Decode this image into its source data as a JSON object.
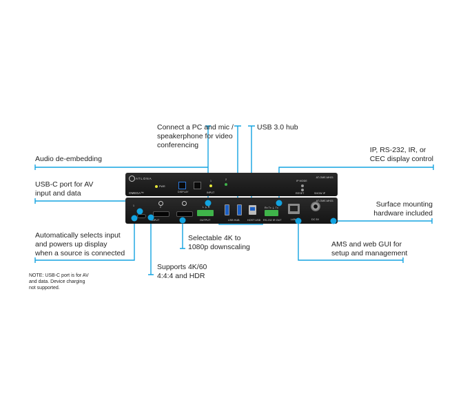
{
  "callouts": {
    "pc_mic": [
      "Connect a PC and mic /",
      "speakerphone for video",
      "conferencing"
    ],
    "usb_hub": "USB 3.0 hub",
    "audio": "Audio de-embedding",
    "ip_control": [
      "IP, RS-232, IR, or",
      "CEC display control"
    ],
    "usbc": [
      "USB-C port for AV",
      "input and data"
    ],
    "surface": [
      "Surface mounting",
      "hardware included"
    ],
    "auto_select": [
      "Automatically selects input",
      "and powers up display",
      "when a source is connected"
    ],
    "downscale": [
      "Selectable 4K to",
      "1080p downscaling"
    ],
    "ams": [
      "AMS and web GUI for",
      "setup and management"
    ],
    "hdr": [
      "Supports 4K/60",
      "4:4:4 and HDR"
    ],
    "note": [
      "NOTE: USB-C port is for AV",
      "and data. Device charging",
      "not supported."
    ]
  },
  "device": {
    "brand": "ATLONA",
    "model": "AT-OME-MH21",
    "series": "OMEGA™",
    "front": {
      "pwr": "PWR",
      "display": "DISPLAY",
      "input": "INPUT",
      "in1": "1",
      "in2": "2",
      "ip_mode": "IP MODE",
      "reset": "RESET",
      "show_ip": "SHOW IP"
    },
    "rear": {
      "in1": "1",
      "in2": "2",
      "input": "INPUT",
      "output": "OUTPUT",
      "audio_pins": "L ⏚ R",
      "usb_hub": "USB HUB",
      "host_usb": "HOST USB",
      "rs232_pins": "Rx Tx ⏚ Tx",
      "rs232": "RS-232 IR OUT",
      "lan": "LAN",
      "dc": "DC 5V"
    }
  },
  "colors": {
    "accent": "#12a3e0",
    "device": "#1c1c1c",
    "terminal": "#3fb44a"
  }
}
